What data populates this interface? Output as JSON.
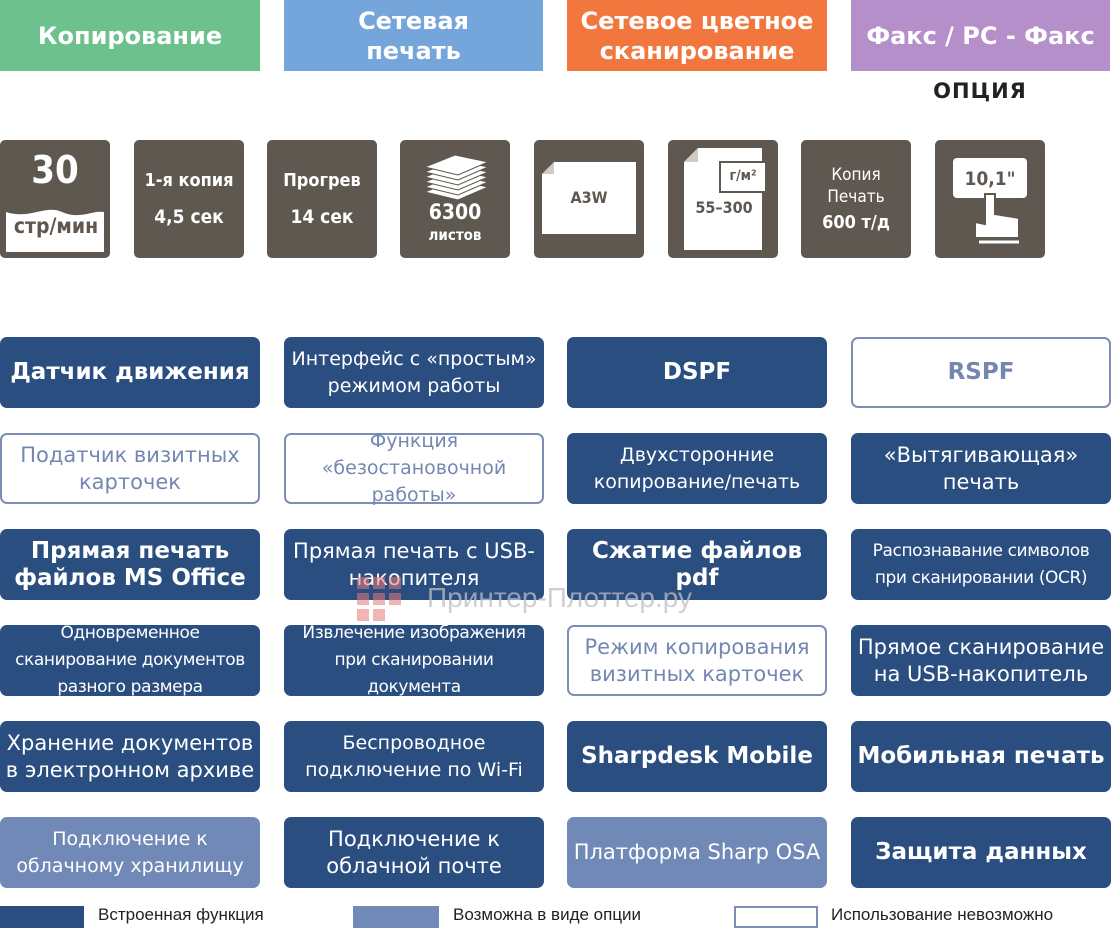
{
  "categories": [
    {
      "label": "Копирование",
      "color": "#6cc18d"
    },
    {
      "label": "Сетевая печать",
      "color": "#74a6dc"
    },
    {
      "label": "Сетевое цветное сканирование",
      "color": "#f1773f"
    },
    {
      "label": "Факс / PC - Факс",
      "color": "#b48fc9"
    }
  ],
  "option_note": "ОПЦИЯ",
  "specs": {
    "speed": {
      "value": "30",
      "unit": "стр/мин"
    },
    "first_copy": {
      "label": "1-я копия",
      "value": "4,5 сек"
    },
    "warmup": {
      "label": "Прогрев",
      "value": "14 сек"
    },
    "capacity": {
      "value": "6300",
      "unit": "листов"
    },
    "paper_size": {
      "value": "A3W"
    },
    "paper_weight": {
      "unit": "г/м²",
      "value": "55–300"
    },
    "resolution": {
      "line1": "Копия",
      "line2": "Печать",
      "line3": "600 т/д"
    },
    "screen": {
      "value": "10,1\""
    }
  },
  "features": [
    [
      {
        "label": "Датчик движения",
        "type": "builtin"
      },
      {
        "label": "Интерфейс с «простым» режимом работы",
        "type": "builtin"
      },
      {
        "label": "DSPF",
        "type": "builtin"
      },
      {
        "label": "RSPF",
        "type": "none"
      }
    ],
    [
      {
        "label": "Податчик визитных карточек",
        "type": "none"
      },
      {
        "label": "Функция «безостановочной работы»",
        "type": "none"
      },
      {
        "label": "Двухсторонние копирование/печать",
        "type": "builtin"
      },
      {
        "label": "«Вытягивающая» печать",
        "type": "builtin"
      }
    ],
    [
      {
        "label": "Прямая печать файлов MS Office",
        "type": "builtin"
      },
      {
        "label": "Прямая печать с USB-накопителя",
        "type": "builtin"
      },
      {
        "label": "Сжатие файлов pdf",
        "type": "builtin"
      },
      {
        "label": "Распознавание символов при сканировании (OCR)",
        "type": "builtin"
      }
    ],
    [
      {
        "label": "Одновременное сканирование документов разного размера",
        "type": "builtin"
      },
      {
        "label": "Извлечение изображения при сканировании документа",
        "type": "builtin"
      },
      {
        "label": "Режим копирования визитных карточек",
        "type": "none"
      },
      {
        "label": "Прямое сканирование на USB-накопитель",
        "type": "builtin"
      }
    ],
    [
      {
        "label": "Хранение документов в электронном архиве",
        "type": "builtin"
      },
      {
        "label": "Беспроводное подключение по Wi-Fi",
        "type": "builtin"
      },
      {
        "label": "Sharpdesk Mobile",
        "type": "builtin"
      },
      {
        "label": "Мобильная печать",
        "type": "builtin"
      }
    ],
    [
      {
        "label": "Подключение к облачному хранилищу",
        "type": "option"
      },
      {
        "label": "Подключение к облачной почте",
        "type": "builtin"
      },
      {
        "label": "Платформа Sharp OSA",
        "type": "option"
      },
      {
        "label": "Защита данных",
        "type": "builtin"
      }
    ]
  ],
  "legend": [
    {
      "label": "Встроенная функция",
      "color": "#2b4e81"
    },
    {
      "label": "Возможна в виде опции",
      "color": "#7189b6"
    },
    {
      "label": "Использование невозможно",
      "color": "#ffffff"
    }
  ],
  "watermark": "Принтер-Плоттер.ру"
}
